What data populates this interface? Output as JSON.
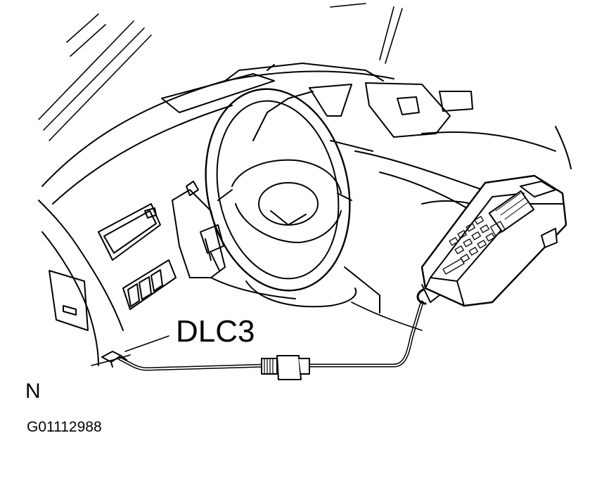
{
  "diagram": {
    "callout_label": "DLC3",
    "orientation_mark": "N",
    "figure_id": "G01112988"
  },
  "colors": {
    "ink": "#000000",
    "background": "#ffffff"
  },
  "icons": [
    "steering-wheel-icon",
    "hand-held-tester-icon",
    "connector-icon",
    "cable-icon"
  ]
}
